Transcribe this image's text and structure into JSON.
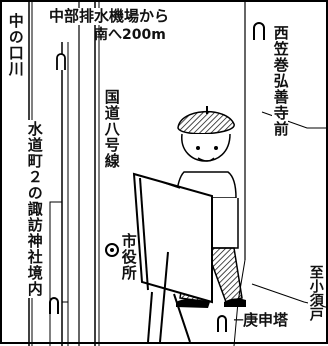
{
  "map": {
    "labels": {
      "nakanokuchi_river": "中の口川",
      "suido_suwa_shrine": "水道町２の諏訪神社境内",
      "drainage_station": "中部排水機場から",
      "south_200m": "南へ200m",
      "national_route_8": "国道八号線",
      "nishigasa_temple": "西笠巻弘善寺前",
      "city_hall": "市役所",
      "koshinto": "─庚申塔",
      "to_kosudo": "至小須戸"
    }
  }
}
